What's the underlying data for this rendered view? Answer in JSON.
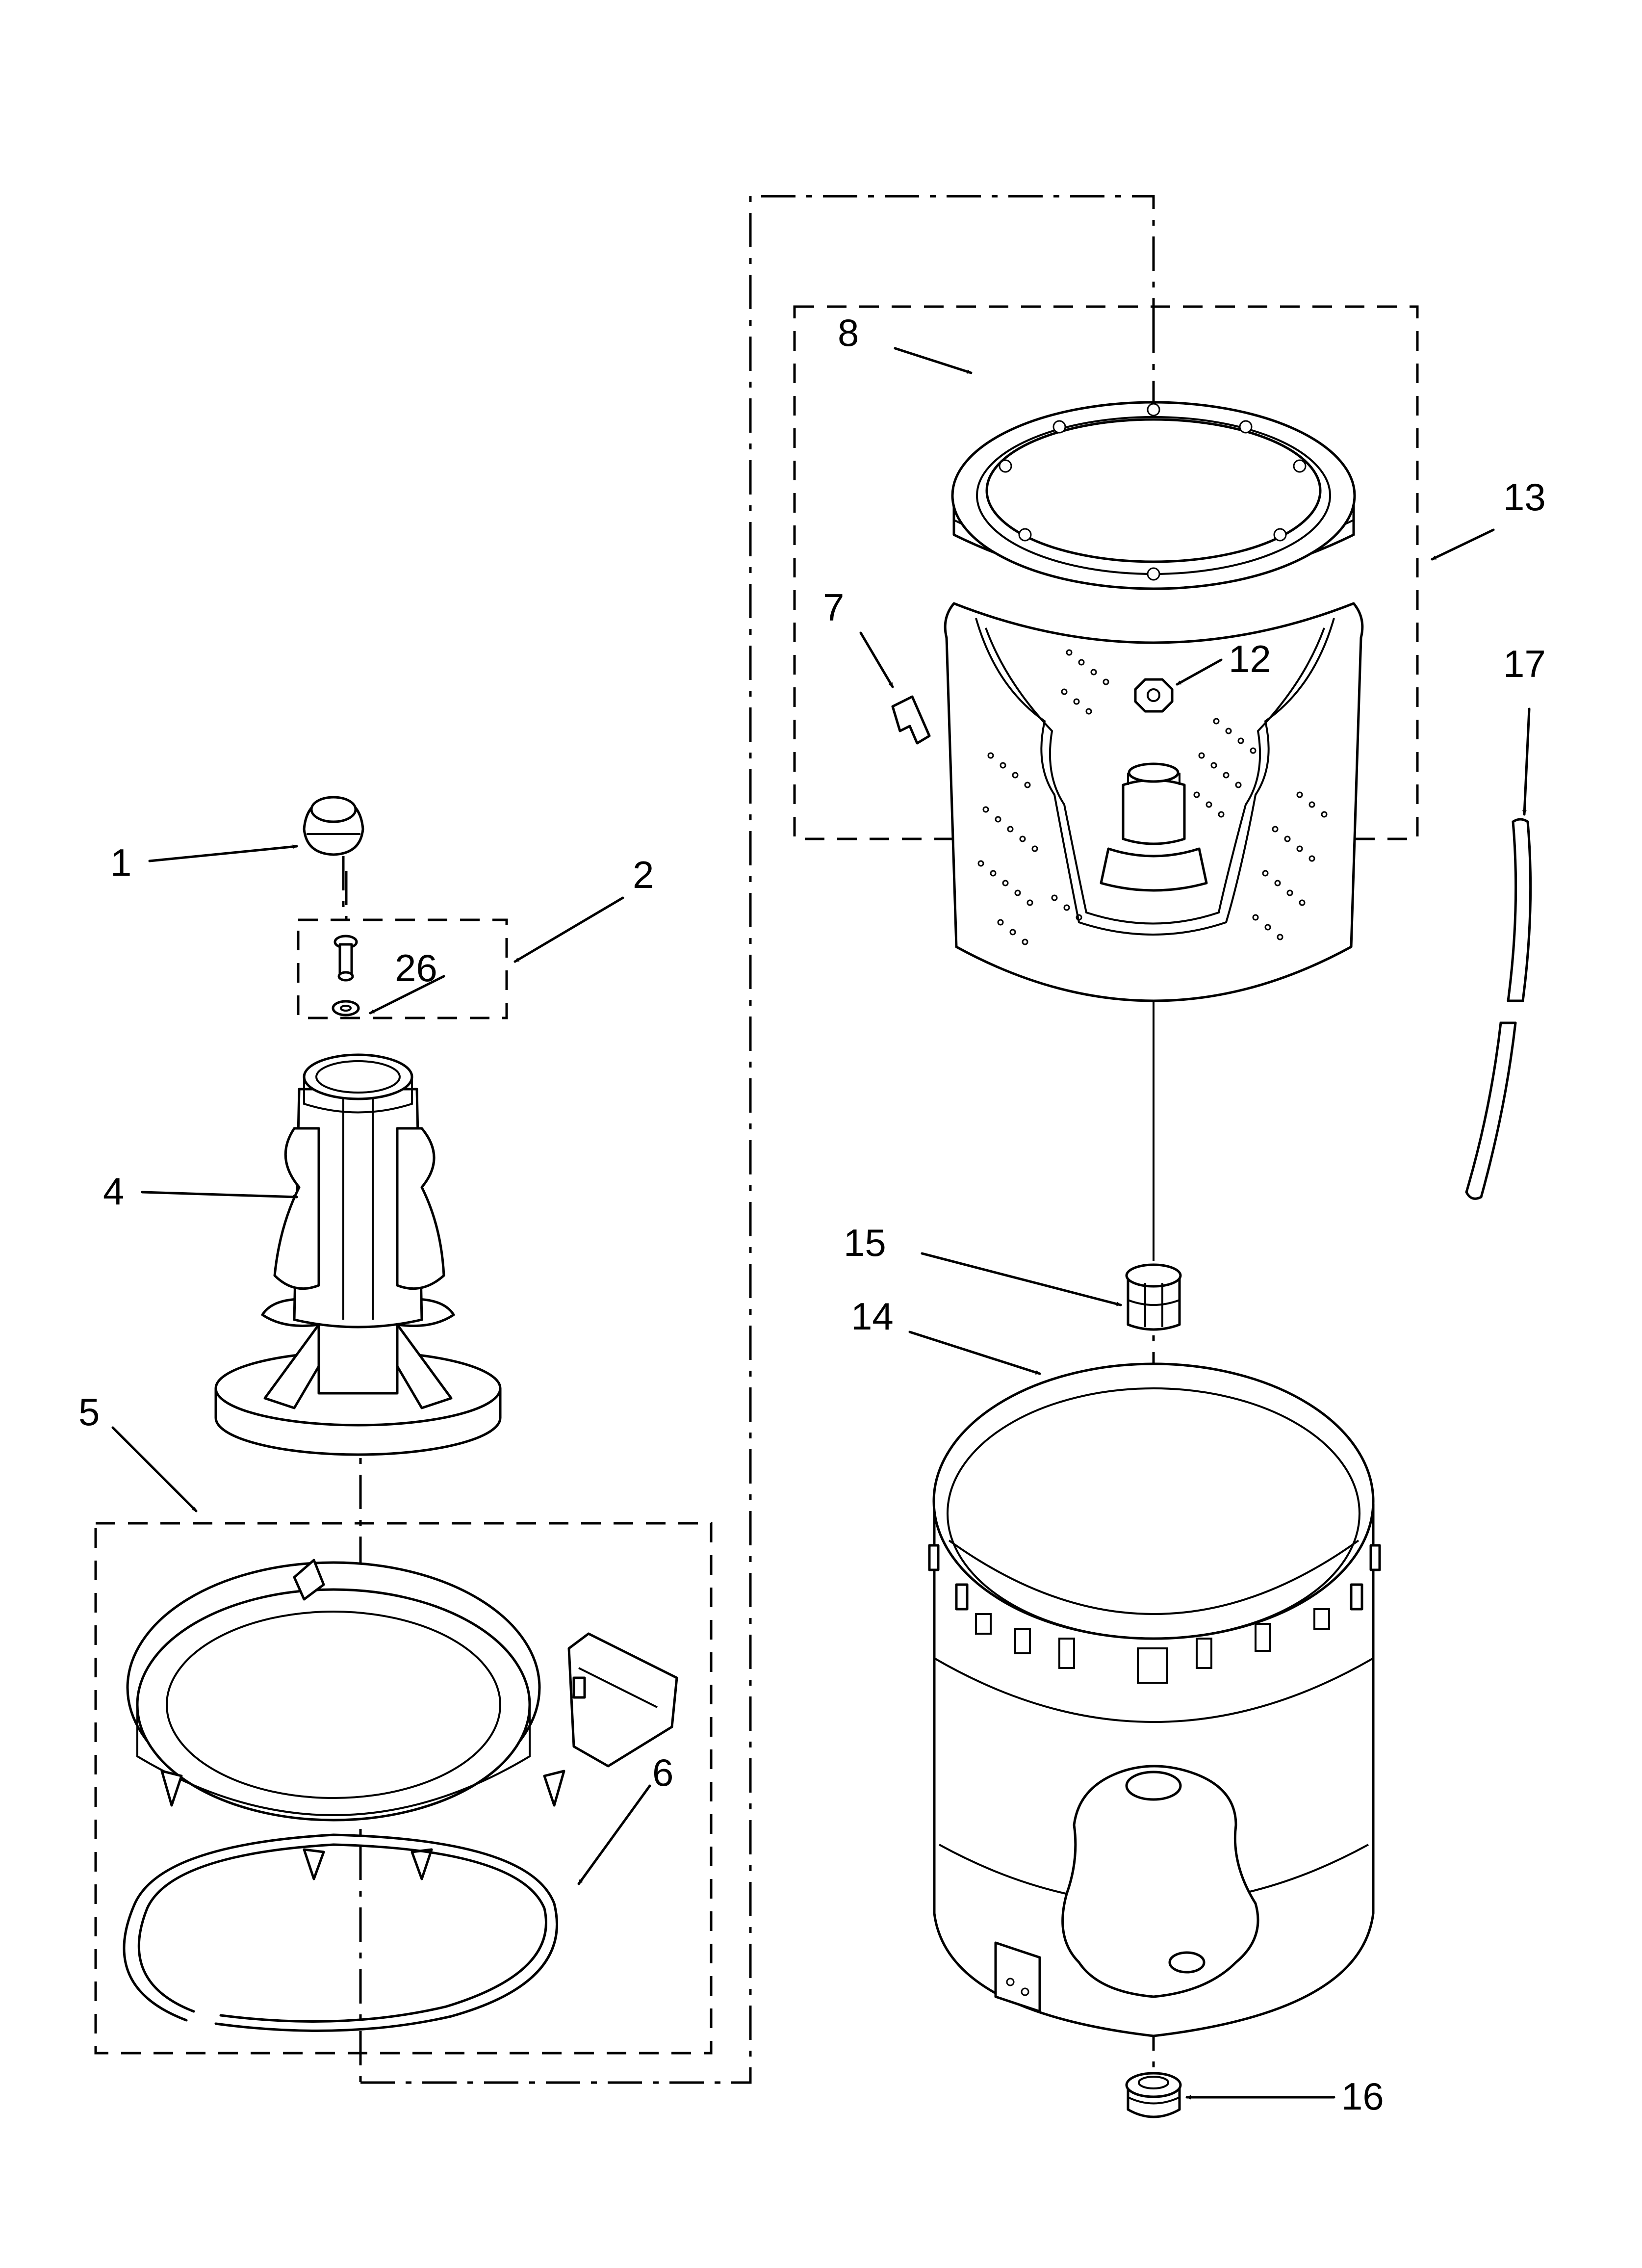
{
  "labels": {
    "p1": "1",
    "p2": "2",
    "p4": "4",
    "p5": "5",
    "p6": "6",
    "p7": "7",
    "p8": "8",
    "p12": "12",
    "p13": "13",
    "p14": "14",
    "p15": "15",
    "p16": "16",
    "p17": "17",
    "p26": "26"
  }
}
